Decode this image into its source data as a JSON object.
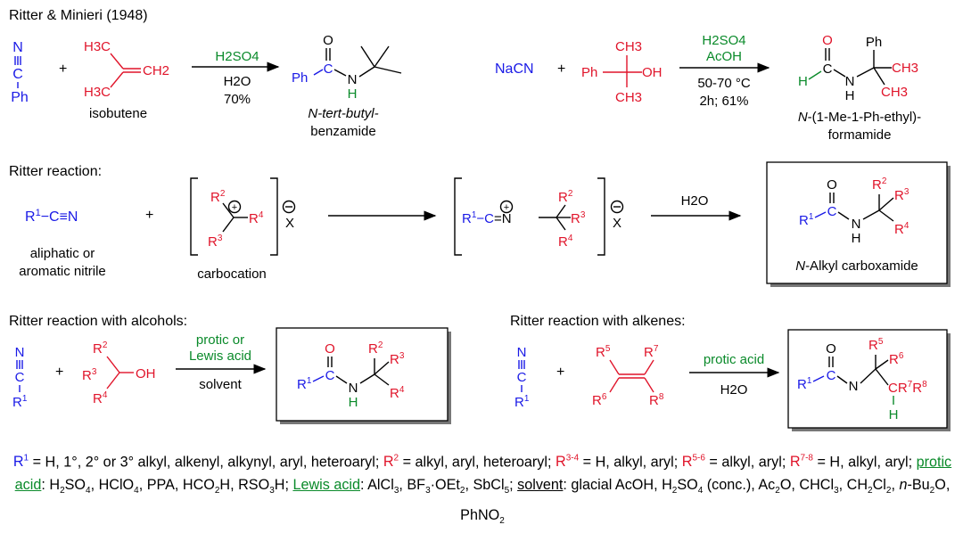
{
  "header1": "Ritter & Minieri (1948)",
  "ex1": {
    "n_atom": "N",
    "c_atom": "C",
    "ph": "Ph",
    "plus": "+",
    "me_top": "H3C",
    "ch2": "CH2",
    "me_bot": "H3C",
    "isobutene": "isobutene",
    "reagent": "H2SO4",
    "cond1": "H2O",
    "cond2": "70%",
    "o": "O",
    "prod_ph": "Ph",
    "prod_c": "C",
    "prod_n": "N",
    "prod_h": "H",
    "name1": "N-tert-butyl-",
    "name2": "benzamide"
  },
  "ex2": {
    "nacn": "NaCN",
    "plus": "+",
    "ch3_top": "CH3",
    "ph": "Ph",
    "oh": "OH",
    "ch3_bot": "CH3",
    "reagent1": "H2SO4",
    "reagent2": "AcOH",
    "cond1": "50-70 °C",
    "cond2": "2h; 61%",
    "o": "O",
    "h": "H",
    "c": "C",
    "n_atom": "N",
    "nh": "H",
    "ph2": "Ph",
    "me1": "CH3",
    "me2": "CH3",
    "name1": "N-(1-Me-1-Ph-ethyl)-",
    "name2": "formamide"
  },
  "header2": "Ritter reaction:",
  "general": {
    "nitrile": "R1−C≡N",
    "nitrile_label1": "aliphatic or",
    "nitrile_label2": "aromatic nitrile",
    "plus": "+",
    "carbocation_label": "carbocation",
    "anion": "X",
    "water": "H2O",
    "product_label": "N-Alkyl carboxamide"
  },
  "header3": "Ritter reaction with alcohols:",
  "alcohols": {
    "reagent1": "protic or",
    "reagent2": "Lewis acid",
    "solvent": "solvent",
    "oh": "OH"
  },
  "header4": "Ritter reaction with alkenes:",
  "alkenes": {
    "reagent": "protic acid",
    "water": "H2O"
  },
  "footnote": {
    "r1": "R1 = H, 1°, 2° or 3° alkyl, alkenyl, alkynyl, aryl, heteroaryl;",
    "r2": "R2 = alkyl, aryl, heteroaryl;",
    "r34": "R3-4 = H, alkyl, aryl;",
    "r56": "R5-6 = alkyl, aryl;",
    "r78": "R7-8 = H, alkyl, aryl;",
    "protic_label": "protic acid",
    "protic": ": H2SO4, HClO4, PPA, HCO2H, RSO3H;",
    "lewis_label": "Lewis acid",
    "lewis": ": AlCl3, BF3·OEt2, SbCl5;",
    "solvent_label": "solvent",
    "solvent": ": glacial AcOH, H2SO4 (conc.), Ac2O, CHCl3, CH2Cl2, n-Bu2O, PhNO2"
  },
  "colors": {
    "blue": "#1a1ae6",
    "red": "#e0142a",
    "green": "#0a8a2a"
  }
}
